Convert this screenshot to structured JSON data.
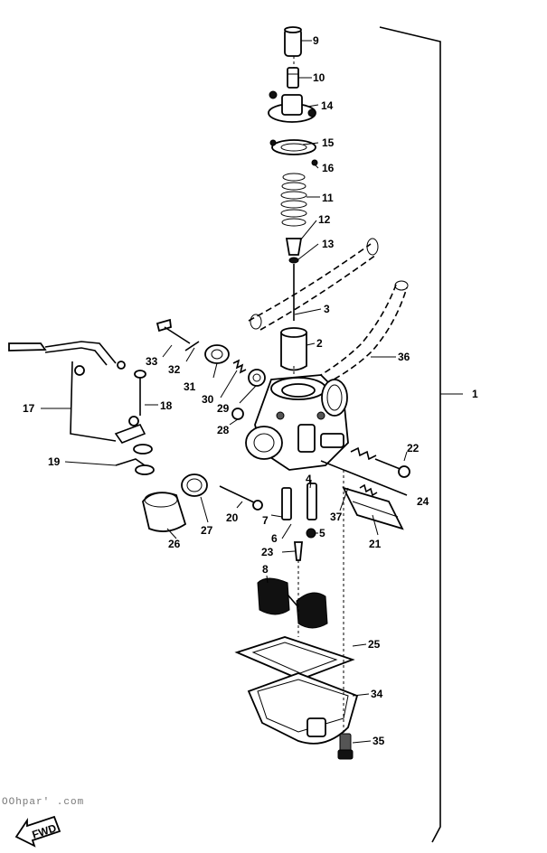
{
  "callouts": [
    {
      "id": "c9",
      "text": "9"
    },
    {
      "id": "c10",
      "text": "10"
    },
    {
      "id": "c14",
      "text": "14"
    },
    {
      "id": "c15",
      "text": "15"
    },
    {
      "id": "c16",
      "text": "16"
    },
    {
      "id": "c11",
      "text": "11"
    },
    {
      "id": "c12",
      "text": "12"
    },
    {
      "id": "c13",
      "text": "13"
    },
    {
      "id": "c3",
      "text": "3"
    },
    {
      "id": "c2",
      "text": "2"
    },
    {
      "id": "c36",
      "text": "36"
    },
    {
      "id": "c1",
      "text": "1"
    },
    {
      "id": "c33",
      "text": "33"
    },
    {
      "id": "c32",
      "text": "32"
    },
    {
      "id": "c31",
      "text": "31"
    },
    {
      "id": "c30",
      "text": "30"
    },
    {
      "id": "c29",
      "text": "29"
    },
    {
      "id": "c28",
      "text": "28"
    },
    {
      "id": "c17",
      "text": "17"
    },
    {
      "id": "c18",
      "text": "18"
    },
    {
      "id": "c19",
      "text": "19"
    },
    {
      "id": "c22",
      "text": "22"
    },
    {
      "id": "c24",
      "text": "24"
    },
    {
      "id": "c4",
      "text": "4"
    },
    {
      "id": "c5",
      "text": "5"
    },
    {
      "id": "c6",
      "text": "6"
    },
    {
      "id": "c7",
      "text": "7"
    },
    {
      "id": "c20",
      "text": "20"
    },
    {
      "id": "c27",
      "text": "27"
    },
    {
      "id": "c26",
      "text": "26"
    },
    {
      "id": "c37",
      "text": "37"
    },
    {
      "id": "c21",
      "text": "21"
    },
    {
      "id": "c23",
      "text": "23"
    },
    {
      "id": "c8",
      "text": "8"
    },
    {
      "id": "c25",
      "text": "25"
    },
    {
      "id": "c34",
      "text": "34"
    },
    {
      "id": "c35",
      "text": "35"
    }
  ],
  "fwd_label": "FWD",
  "watermark": "OOhpar' .com"
}
